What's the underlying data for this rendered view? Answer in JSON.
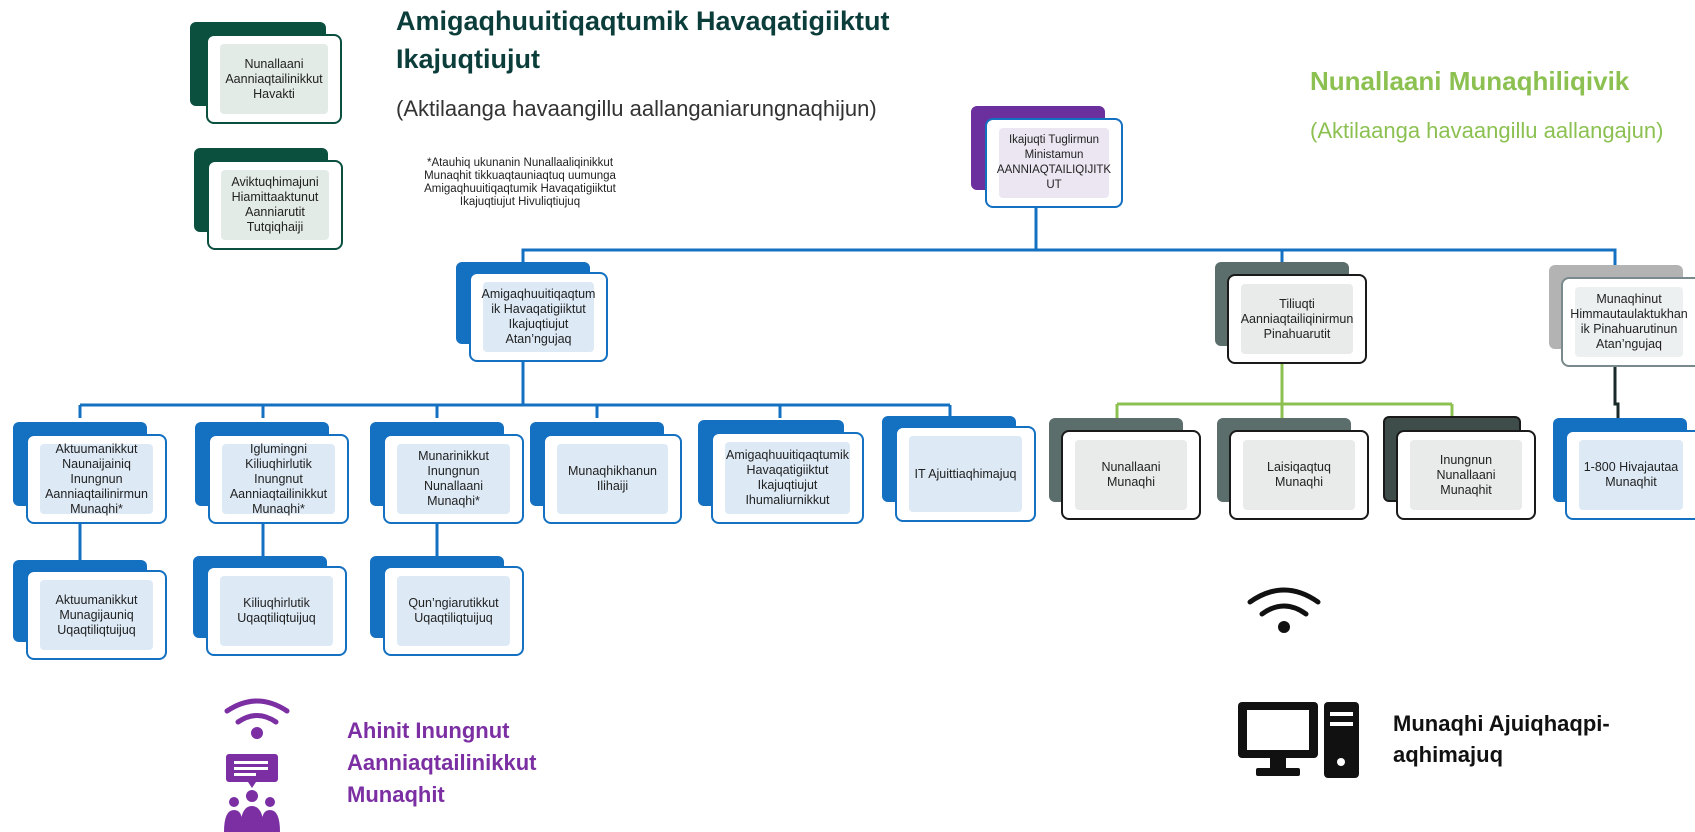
{
  "legend": {
    "dept_label": "Nunallaani\nAanniaqtailinikkut\nHavakti",
    "authority_label": "Aviktuqhimajuni\nHiamittaaktunut\nAanniarutit\nTutqiqhaiji"
  },
  "header": {
    "title_line1": "Amigaqhuuitiqaqtumik Havaqatigiiktut",
    "title_line2": "Ikajuqtiujut",
    "subtitle": "(Aktilaanga havaangillu aallanganiarungnaqhijun)",
    "note": "*Atauhiq ukunanin Nunallaaliqinikkut\nMunaqhit tikkuaqtauniaqtuq uumunga\nAmigaqhuuitiqaqtumik Havaqatigiiktut\nIkajuqtiujut Hivuliqtiujuq"
  },
  "right_header": {
    "title": "Nunallaani Munaqhiliqivik",
    "subtitle": "(Aktilaanga havaangillu aallangajun)"
  },
  "nodes": {
    "minister": "Ikajuqti Tuglirmun\nMinistamun\nAANNIAQTAILIQIJITK\nUT",
    "director": "Amigaqhuuitiqaqtum\nik Havaqatigiiktut\nIkajuqtiujut\nAtan’ngujaq",
    "manager": "Tiliuqti\nAanniaqtailiqinirmun\nPinahuarutit",
    "wellness": "Munaqhinut\nHimmautaulaktukhan\nik Pinahuarutinun\nAtan’ngujaq",
    "child_youth": "Aktuumanikkut\nNaunaijainiq\nInungnun\nAanniaqtailinirmun\nMunaqhi*",
    "inuit_health": "Iglumingni\nKiliuqhirlutik\nInungnut\nAanniaqtailinikkut\nMunaqhi*",
    "mental_health": "Munarinikkut\nInungnun Nunallaani\nMunaqhi*",
    "health_reps": "Munaqhikhanun\nIlihaiji",
    "quality": "Amigaqhuuitiqaqtumik\nHavaqatigiiktut\nIkajuqtiujut\nIhumaliurnikkut",
    "it": "IT Ajuittiaqhimajuq",
    "comm_nurse": "Nunallaani Munaqhi",
    "lpn": "Laisiqaqtuq Munaqhi",
    "pub_health": "Inungnun Nunallaani\nMunaqhit",
    "tele": "1-800 Hivajautaa\nMunaqhit",
    "child_coord": "Aktuumanikkut\nMunagijauniq\nUqaqtiliqtuijuq",
    "home_coord": "Kiliuqhirlutik\nUqaqtiliqtuijuq",
    "mh_coord": "Qun’ngiarutikkut\nUqaqtiliqtuijuq"
  },
  "bottom": {
    "purple_label": "Ahinit Inungnut\nAanniaqtailinikkut\nMunaqhit",
    "black_label": "Munaqhi Ajuiqhaqpi-\naqhimajuq"
  },
  "colors": {
    "blue": "#1470c0",
    "dark_green": "#0b4f3f",
    "purple": "#6b2f9e",
    "lime": "#8cc152",
    "slate": "#5c6e6c",
    "grey": "#b3b3b3"
  }
}
